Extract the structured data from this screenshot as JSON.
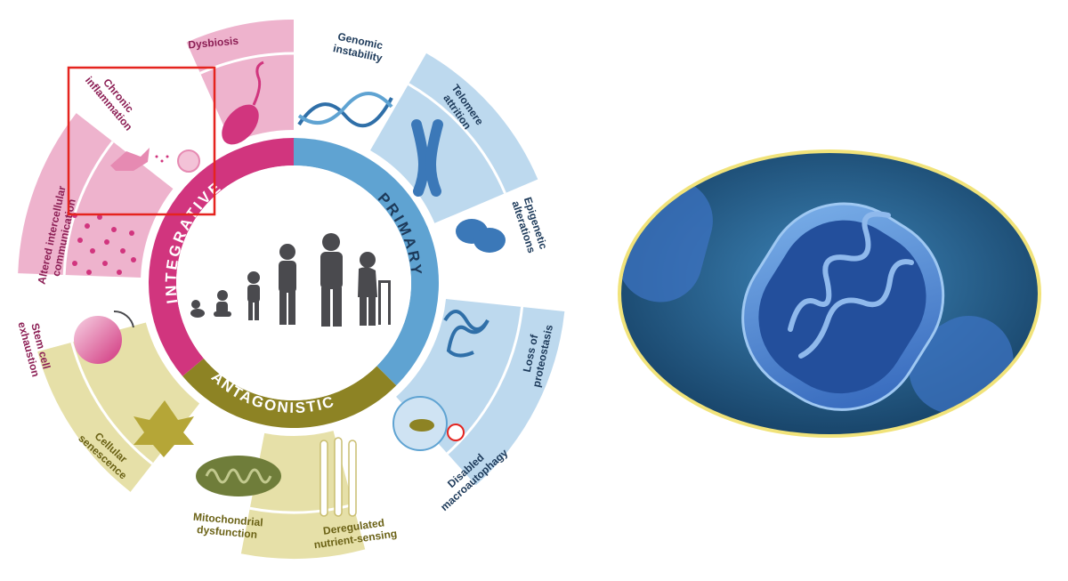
{
  "wheel": {
    "ring_labels": {
      "integrative": "INTEGRATIVE",
      "primary": "PRIMARY",
      "antagonistic": "ANTAGONISTIC"
    },
    "hallmarks": {
      "dysbiosis": "Dysbiosis",
      "chronic_inflammation": [
        "Chronic",
        "inflammation"
      ],
      "altered_communication": [
        "Altered intercellular",
        "communication"
      ],
      "stem_cell_exhaustion": [
        "Stem cell",
        "exhaustion"
      ],
      "cellular_senescence": [
        "Cellular",
        "senescence"
      ],
      "mitochondrial_dysfunction": [
        "Mitochondrial",
        "dysfunction"
      ],
      "deregulated_nutrient_sensing": [
        "Deregulated",
        "nutrient-sensing"
      ],
      "disabled_macroautophagy": [
        "Disabled",
        "macroautophagy"
      ],
      "loss_of_proteostasis": [
        "Loss of",
        "proteostasis"
      ],
      "epigenetic_alterations": [
        "Epigenetic",
        "alterations"
      ],
      "telomere_attrition": [
        "Telomere",
        "attrition"
      ],
      "genomic_instability": [
        "Genomic",
        "instability"
      ]
    },
    "colors": {
      "integrative": "#d1357e",
      "integrative_light": "#eeb3cd",
      "primary": "#5fa3d2",
      "primary_light": "#bdd9ee",
      "antagonistic": "#8d8324",
      "antagonistic_light": "#e6e0a8",
      "highlight_box": "#e5241f"
    }
  },
  "photo": {
    "subject": "mitochondrion",
    "colors": {
      "frame": "#f1e37a",
      "background": "#1f5a84",
      "organelle": "#3f7fd0"
    }
  }
}
